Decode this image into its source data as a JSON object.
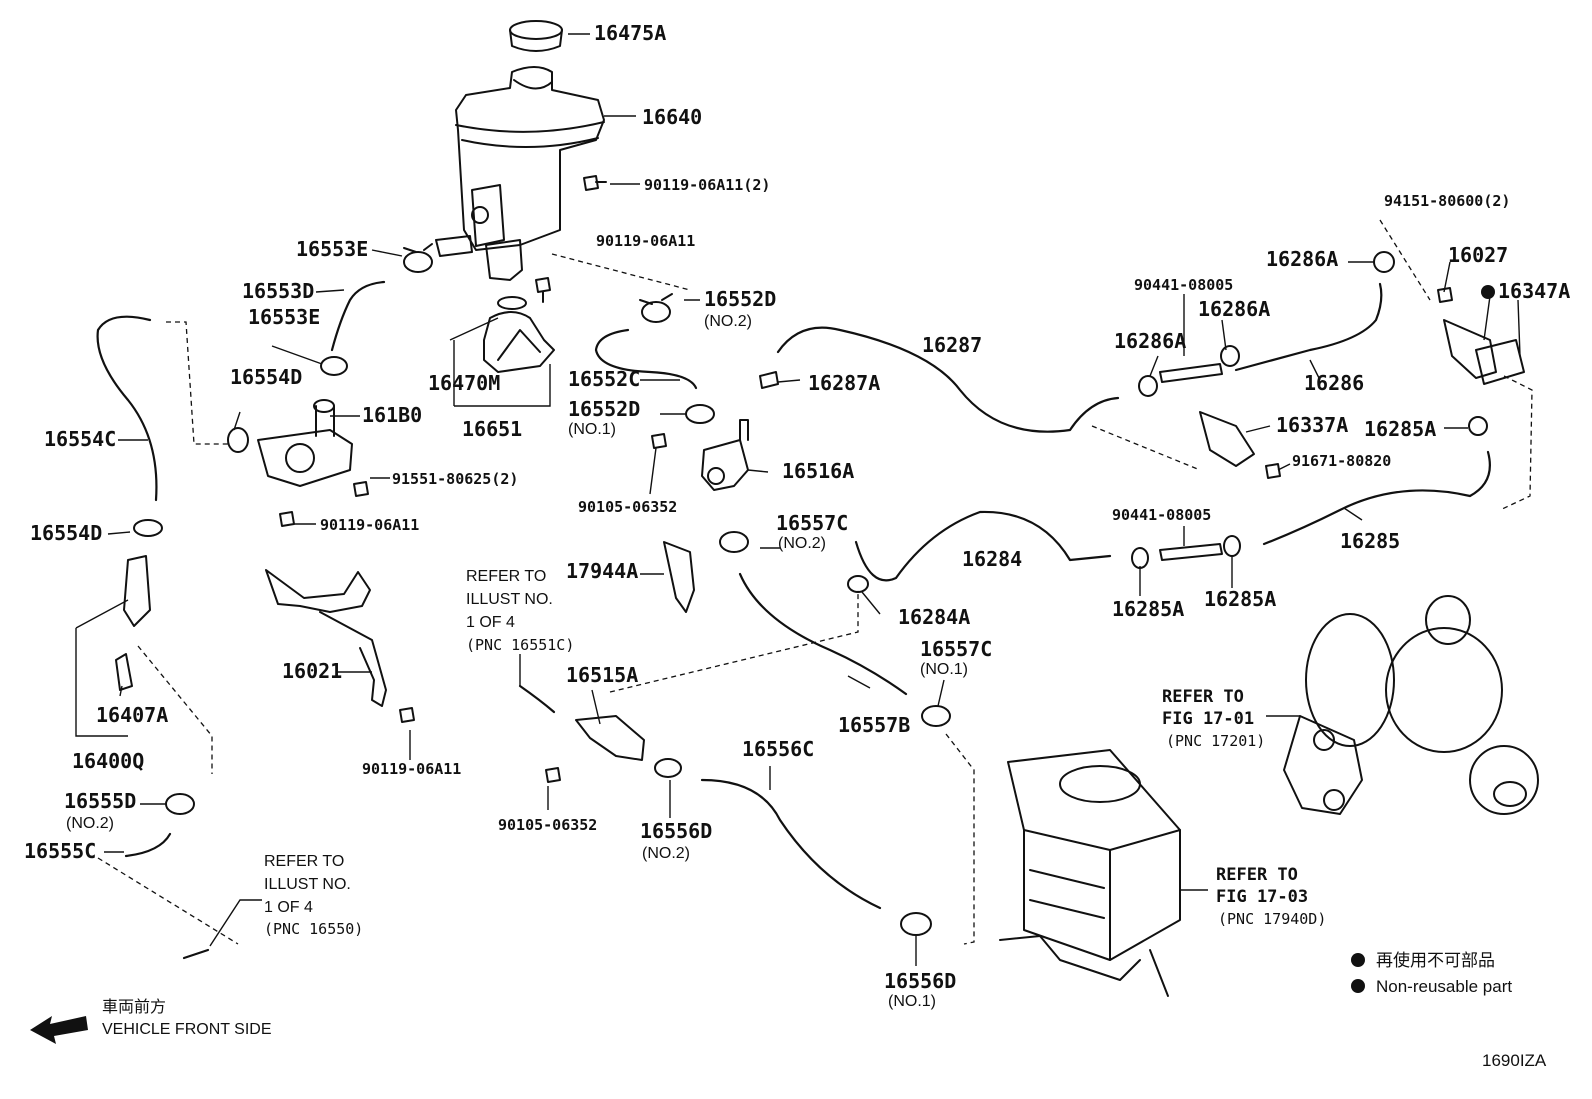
{
  "figure_code": "1690IZA",
  "direction": {
    "label_jp": "車両前方",
    "label_en": "VEHICLE FRONT SIDE",
    "arrow_icon": "front-arrow-icon"
  },
  "legend": [
    {
      "icon": "filled-circle-icon",
      "text": "再使用不可部品"
    },
    {
      "icon": "filled-circle-icon",
      "text": "Non-reusable part"
    }
  ],
  "parts": [
    {
      "id": "16475A",
      "text": "16475A",
      "qty": ""
    },
    {
      "id": "16640",
      "text": "16640",
      "qty": ""
    },
    {
      "id": "90119-06A11-a",
      "text": "90119-06A11(2)",
      "qty": ""
    },
    {
      "id": "90119-06A11-b",
      "text": "90119-06A11",
      "qty": ""
    },
    {
      "id": "16553E-a",
      "text": "16553E",
      "qty": ""
    },
    {
      "id": "16553D",
      "text": "16553D",
      "qty": ""
    },
    {
      "id": "16553E-b",
      "text": "16553E",
      "qty": ""
    },
    {
      "id": "16552D-a",
      "text": "16552D",
      "qty": "(NO.2)"
    },
    {
      "id": "16470M",
      "text": "16470M",
      "qty": ""
    },
    {
      "id": "16651",
      "text": "16651",
      "qty": ""
    },
    {
      "id": "16552C",
      "text": "16552C",
      "qty": ""
    },
    {
      "id": "16552D-b",
      "text": "16552D",
      "qty": "(NO.1)"
    },
    {
      "id": "16554D-a",
      "text": "16554D",
      "qty": ""
    },
    {
      "id": "161B0",
      "text": "161B0",
      "qty": ""
    },
    {
      "id": "16554C",
      "text": "16554C",
      "qty": ""
    },
    {
      "id": "91551-80625",
      "text": "91551-80625(2)",
      "qty": ""
    },
    {
      "id": "16554D-b",
      "text": "16554D",
      "qty": ""
    },
    {
      "id": "90119-06A11-c",
      "text": "90119-06A11",
      "qty": ""
    },
    {
      "id": "16287",
      "text": "16287",
      "qty": ""
    },
    {
      "id": "16287A",
      "text": "16287A",
      "qty": ""
    },
    {
      "id": "16516A",
      "text": "16516A",
      "qty": ""
    },
    {
      "id": "90105-06352-a",
      "text": "90105-06352",
      "qty": ""
    },
    {
      "id": "16557C-a",
      "text": "16557C",
      "qty": "(NO.2)"
    },
    {
      "id": "17944A",
      "text": "17944A",
      "qty": ""
    },
    {
      "id": "16284",
      "text": "16284",
      "qty": ""
    },
    {
      "id": "16284A",
      "text": "16284A",
      "qty": ""
    },
    {
      "id": "16557C-b",
      "text": "16557C",
      "qty": "(NO.1)"
    },
    {
      "id": "16557B",
      "text": "16557B",
      "qty": ""
    },
    {
      "id": "16515A",
      "text": "16515A",
      "qty": ""
    },
    {
      "id": "16021",
      "text": "16021",
      "qty": ""
    },
    {
      "id": "90119-06A11-d",
      "text": "90119-06A11",
      "qty": ""
    },
    {
      "id": "16407A",
      "text": "16407A",
      "qty": ""
    },
    {
      "id": "16400Q",
      "text": "16400Q",
      "qty": ""
    },
    {
      "id": "16555D",
      "text": "16555D",
      "qty": "(NO.2)"
    },
    {
      "id": "16555C",
      "text": "16555C",
      "qty": ""
    },
    {
      "id": "16556C",
      "text": "16556C",
      "qty": ""
    },
    {
      "id": "90105-06352-b",
      "text": "90105-06352",
      "qty": ""
    },
    {
      "id": "16556D-a",
      "text": "16556D",
      "qty": "(NO.2)"
    },
    {
      "id": "16556D-b",
      "text": "16556D",
      "qty": "(NO.1)"
    },
    {
      "id": "94151-80600",
      "text": "94151-80600(2)",
      "qty": ""
    },
    {
      "id": "16027",
      "text": "16027",
      "qty": ""
    },
    {
      "id": "16347A",
      "text": "16347A",
      "qty": ""
    },
    {
      "id": "16286A-a",
      "text": "16286A",
      "qty": ""
    },
    {
      "id": "90441-08005-a",
      "text": "90441-08005",
      "qty": ""
    },
    {
      "id": "16286A-b",
      "text": "16286A",
      "qty": ""
    },
    {
      "id": "16286A-c",
      "text": "16286A",
      "qty": ""
    },
    {
      "id": "16286",
      "text": "16286",
      "qty": ""
    },
    {
      "id": "16337A",
      "text": "16337A",
      "qty": ""
    },
    {
      "id": "16285A-a",
      "text": "16285A",
      "qty": ""
    },
    {
      "id": "91671-80820",
      "text": "91671-80820",
      "qty": ""
    },
    {
      "id": "90441-08005-b",
      "text": "90441-08005",
      "qty": ""
    },
    {
      "id": "16285",
      "text": "16285",
      "qty": ""
    },
    {
      "id": "16285A-b",
      "text": "16285A",
      "qty": ""
    },
    {
      "id": "16285A-c",
      "text": "16285A",
      "qty": ""
    }
  ],
  "refer_notes": [
    {
      "id": "ref-illust-16551C",
      "lines": [
        "REFER TO",
        "ILLUST NO.",
        "1 OF 4",
        "(PNC 16551C)"
      ]
    },
    {
      "id": "ref-illust-16550",
      "lines": [
        "REFER TO",
        "ILLUST NO.",
        "1 OF 4",
        "(PNC 16550)"
      ]
    },
    {
      "id": "ref-fig-17-01",
      "lines": [
        "REFER TO",
        "FIG 17-01",
        "(PNC 17201)"
      ]
    },
    {
      "id": "ref-fig-17-03",
      "lines": [
        "REFER TO",
        "FIG 17-03",
        "(PNC 17940D)"
      ]
    }
  ]
}
